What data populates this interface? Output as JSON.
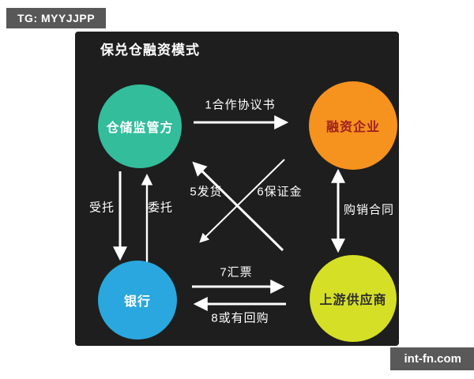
{
  "watermark_top": {
    "label": "TG: MYYJJPP",
    "bg_color": "#585858",
    "text_color": "#ffffff"
  },
  "watermark_bottom": {
    "label": "int-fn.com",
    "bg_color": "#595959",
    "text_color": "#ffffff"
  },
  "diagram": {
    "title": "保兑仓融资模式",
    "panel_bg": "#1e1e1e",
    "arrow_color": "#ffffff",
    "nodes": [
      {
        "id": "warehouse-supervisor",
        "label": "仓储监管方",
        "color": "#33bd9b",
        "text_color": "#ffffff"
      },
      {
        "id": "financing-enterprise",
        "label": "融资企业",
        "color": "#f6921e",
        "text_color": "#9e2020"
      },
      {
        "id": "bank",
        "label": "银行",
        "color": "#2aa7de",
        "text_color": "#ffffff"
      },
      {
        "id": "upstream-supplier",
        "label": "上游供应商",
        "color": "#d5df26",
        "text_color": "#2e2e2e"
      }
    ],
    "edges": [
      {
        "label": "1合作协议书",
        "from": "仓储监管方",
        "to": "融资企业",
        "bidirectional": false
      },
      {
        "label": "受托",
        "from": "仓储监管方",
        "to": "银行",
        "bidirectional": false
      },
      {
        "label": "委托",
        "from": "银行",
        "to": "仓储监管方",
        "bidirectional": false
      },
      {
        "label": "5发货",
        "from": "上游供应商",
        "to": "仓储监管方",
        "bidirectional": false
      },
      {
        "label": "6保证金",
        "from": "融资企业",
        "to": "银行",
        "bidirectional": false
      },
      {
        "label": "购销合同",
        "from": "融资企业",
        "to": "上游供应商",
        "bidirectional": true
      },
      {
        "label": "7汇票",
        "from": "银行",
        "to": "上游供应商",
        "bidirectional": false
      },
      {
        "label": "8或有回购",
        "from": "上游供应商",
        "to": "银行",
        "bidirectional": false
      }
    ]
  }
}
